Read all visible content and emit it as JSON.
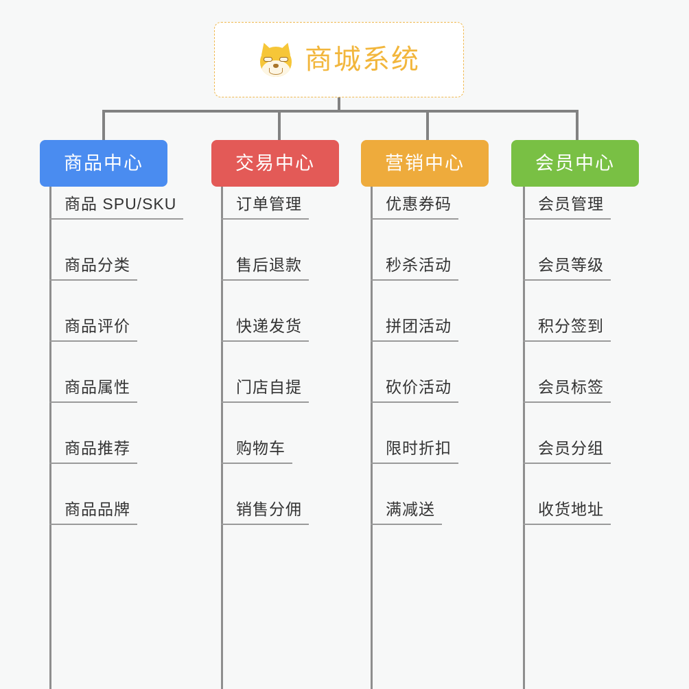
{
  "root": {
    "title": "商城系统",
    "icon": "shiba-dog-icon",
    "border_color": "#f0b84d",
    "text_color": "#f2b63c",
    "background": "#ffffff"
  },
  "canvas": {
    "background": "#f7f8f8",
    "connector_color": "#828282",
    "leaf_line_color": "#9a9a9a",
    "leaf_text_color": "#333333"
  },
  "columns": [
    {
      "title": "商品中心",
      "color": "#4a8cf0",
      "items": [
        "商品 SPU/SKU",
        "商品分类",
        "商品评价",
        "商品属性",
        "商品推荐",
        "商品品牌"
      ]
    },
    {
      "title": "交易中心",
      "color": "#e35a57",
      "items": [
        "订单管理",
        "售后退款",
        "快递发货",
        "门店自提",
        "购物车",
        "销售分佣"
      ]
    },
    {
      "title": "营销中心",
      "color": "#eeab3c",
      "items": [
        "优惠券码",
        "秒杀活动",
        "拼团活动",
        "砍价活动",
        "限时折扣",
        "满减送"
      ]
    },
    {
      "title": "会员中心",
      "color": "#79c044",
      "items": [
        "会员管理",
        "会员等级",
        "积分签到",
        "会员标签",
        "会员分组",
        "收货地址"
      ]
    }
  ]
}
